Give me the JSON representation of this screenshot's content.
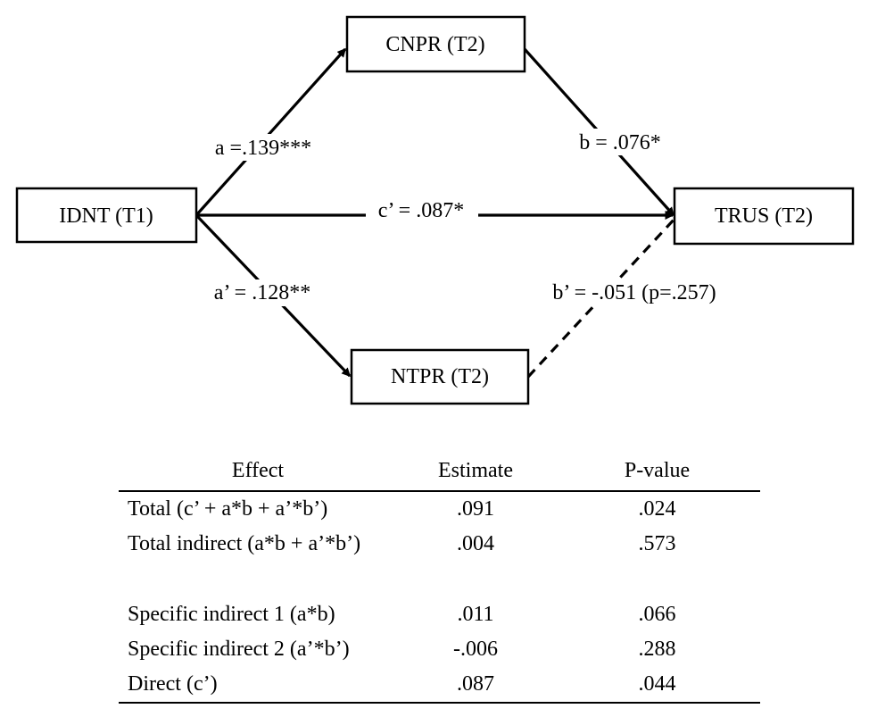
{
  "nodes": {
    "idnt": "IDNT (T1)",
    "cnpr": "CNPR (T2)",
    "ntpr": "NTPR (T2)",
    "trus": "TRUS (T2)"
  },
  "paths": {
    "a": "a =.139***",
    "b": "b = .076*",
    "c_prime": "c’ = .087*",
    "a_prime": "a’ = .128**",
    "b_prime": "b’ = -.051 (p=.257)"
  },
  "table": {
    "headers": {
      "effect": "Effect",
      "estimate": "Estimate",
      "pvalue": "P-value"
    },
    "rows": [
      {
        "effect": "Total (c’ + a*b + a’*b’)",
        "estimate": ".091",
        "pvalue": ".024"
      },
      {
        "effect": "Total indirect (a*b + a’*b’)",
        "estimate": ".004",
        "pvalue": ".573"
      },
      {
        "effect": "",
        "estimate": "",
        "pvalue": ""
      },
      {
        "effect": "Specific indirect 1 (a*b)",
        "estimate": ".011",
        "pvalue": ".066"
      },
      {
        "effect": "Specific indirect 2 (a’*b’)",
        "estimate": "-.006",
        "pvalue": ".288"
      },
      {
        "effect": "Direct (c’)",
        "estimate": ".087",
        "pvalue": ".044"
      }
    ]
  }
}
